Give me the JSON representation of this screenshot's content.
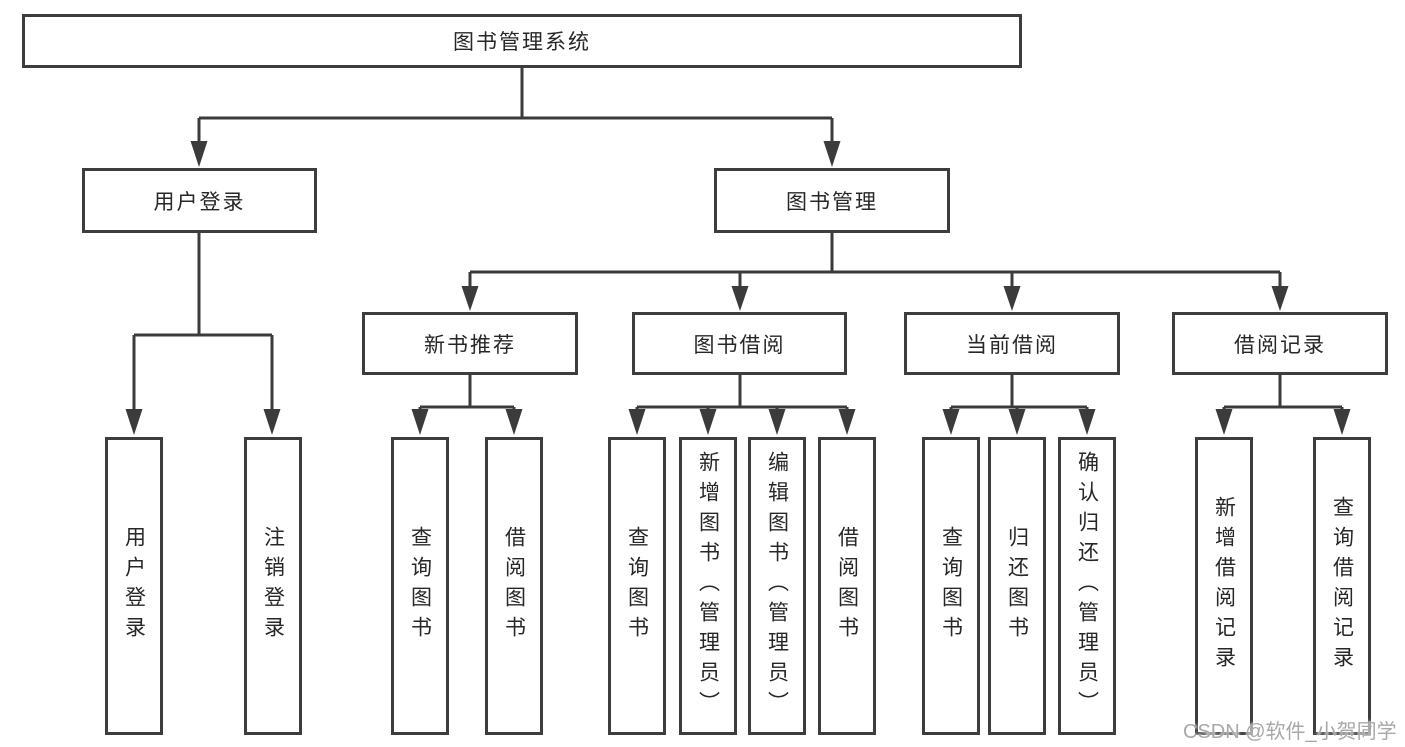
{
  "diagram": {
    "type": "function-structure-tree",
    "colors": {
      "line": "#3b3b3b",
      "box_border": "#3d3d3d",
      "box_background": "#ffffff",
      "text": "#272727",
      "watermark": "#a8a8a8"
    },
    "tree": {
      "label": "图书管理系统",
      "children": [
        {
          "label": "用户登录",
          "children": [
            {
              "label": "用户登录"
            },
            {
              "label": "注销登录"
            }
          ]
        },
        {
          "label": "图书管理",
          "children": [
            {
              "label": "新书推荐",
              "children": [
                {
                  "label": "查询图书"
                },
                {
                  "label": "借阅图书"
                }
              ]
            },
            {
              "label": "图书借阅",
              "children": [
                {
                  "label": "查询图书"
                },
                {
                  "label": "新增图书（管理员）"
                },
                {
                  "label": "编辑图书（管理员）"
                },
                {
                  "label": "借阅图书"
                }
              ]
            },
            {
              "label": "当前借阅",
              "children": [
                {
                  "label": "查询图书"
                },
                {
                  "label": "归还图书"
                },
                {
                  "label": "确认归还（管理员）"
                }
              ]
            },
            {
              "label": "借阅记录",
              "children": [
                {
                  "label": "新增借阅记录"
                },
                {
                  "label": "查询借阅记录"
                }
              ]
            }
          ]
        }
      ]
    },
    "watermark": {
      "text": "CSDN @软件_小贺同学"
    }
  }
}
